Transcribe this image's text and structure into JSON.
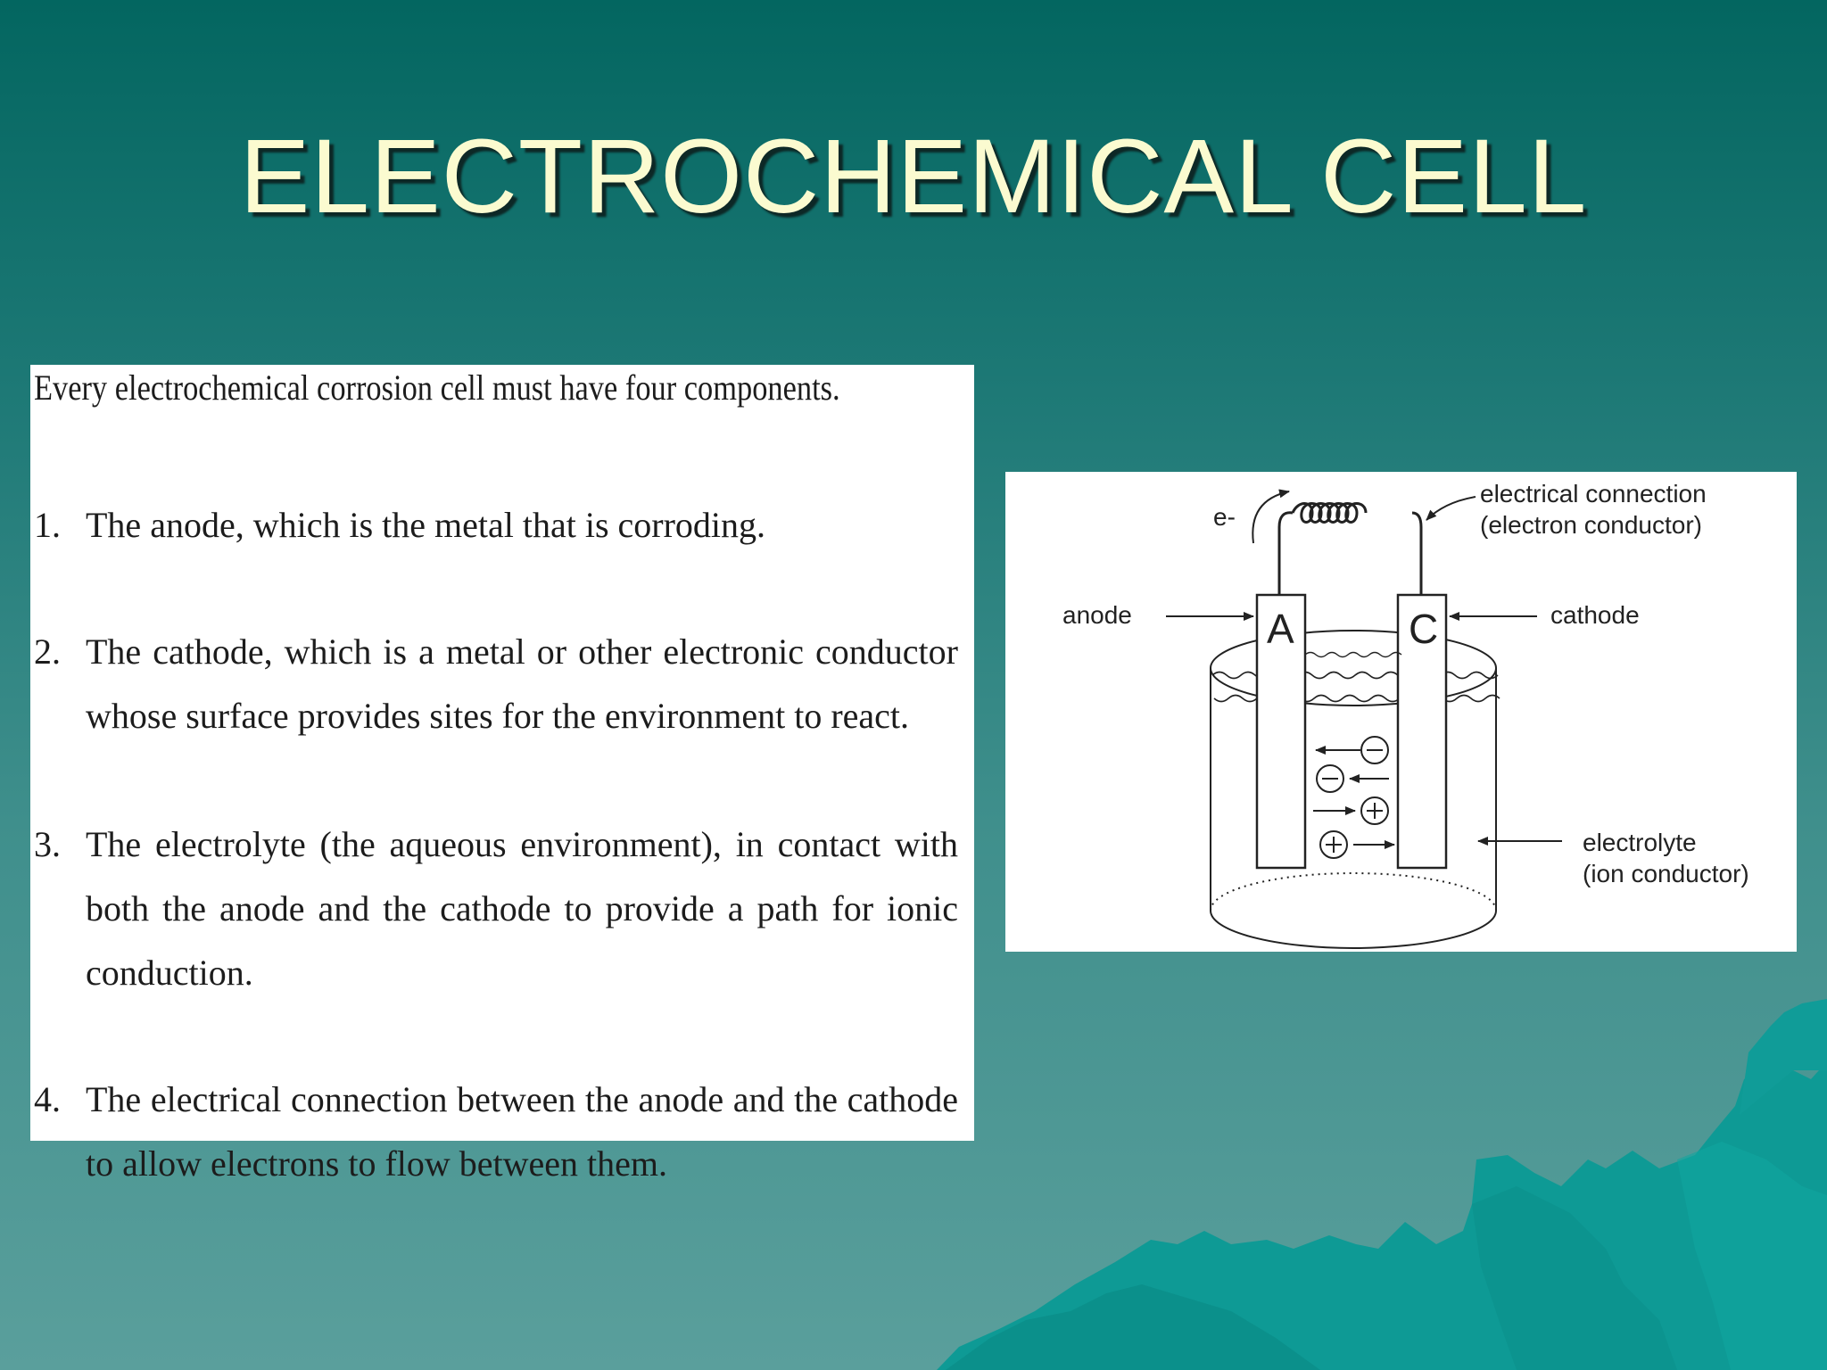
{
  "slide": {
    "title": "ELECTROCHEMICAL CELL"
  },
  "text_panel": {
    "intro": "Every electrochemical corrosion cell must have four components.",
    "items": [
      {
        "number": "1.",
        "text": "The anode, which is the metal that is corroding."
      },
      {
        "number": "2.",
        "text": "The cathode, which is a metal or other electronic conductor whose surface provides sites for the environment to react."
      },
      {
        "number": "3.",
        "text": "The electrolyte (the aqueous environment), in contact with both the anode and the cathode to provide a path for ionic conduction."
      },
      {
        "number": "4.",
        "text": "The electrical connection between the anode and the cathode to allow electrons to flow between them."
      }
    ]
  },
  "diagram": {
    "electron_label": "e-",
    "connection_label_line1": "electrical connection",
    "connection_label_line2": "(electron conductor)",
    "anode_label": "anode",
    "cathode_label": "cathode",
    "anode_letter": "A",
    "cathode_letter": "C",
    "electrolyte_label_line1": "electrolyte",
    "electrolyte_label_line2": "(ion conductor)"
  },
  "colors": {
    "background_top": "#036660",
    "background_bottom": "#5a9f9c",
    "title": "#fbfbd0",
    "mountain": "#0e9a95"
  }
}
